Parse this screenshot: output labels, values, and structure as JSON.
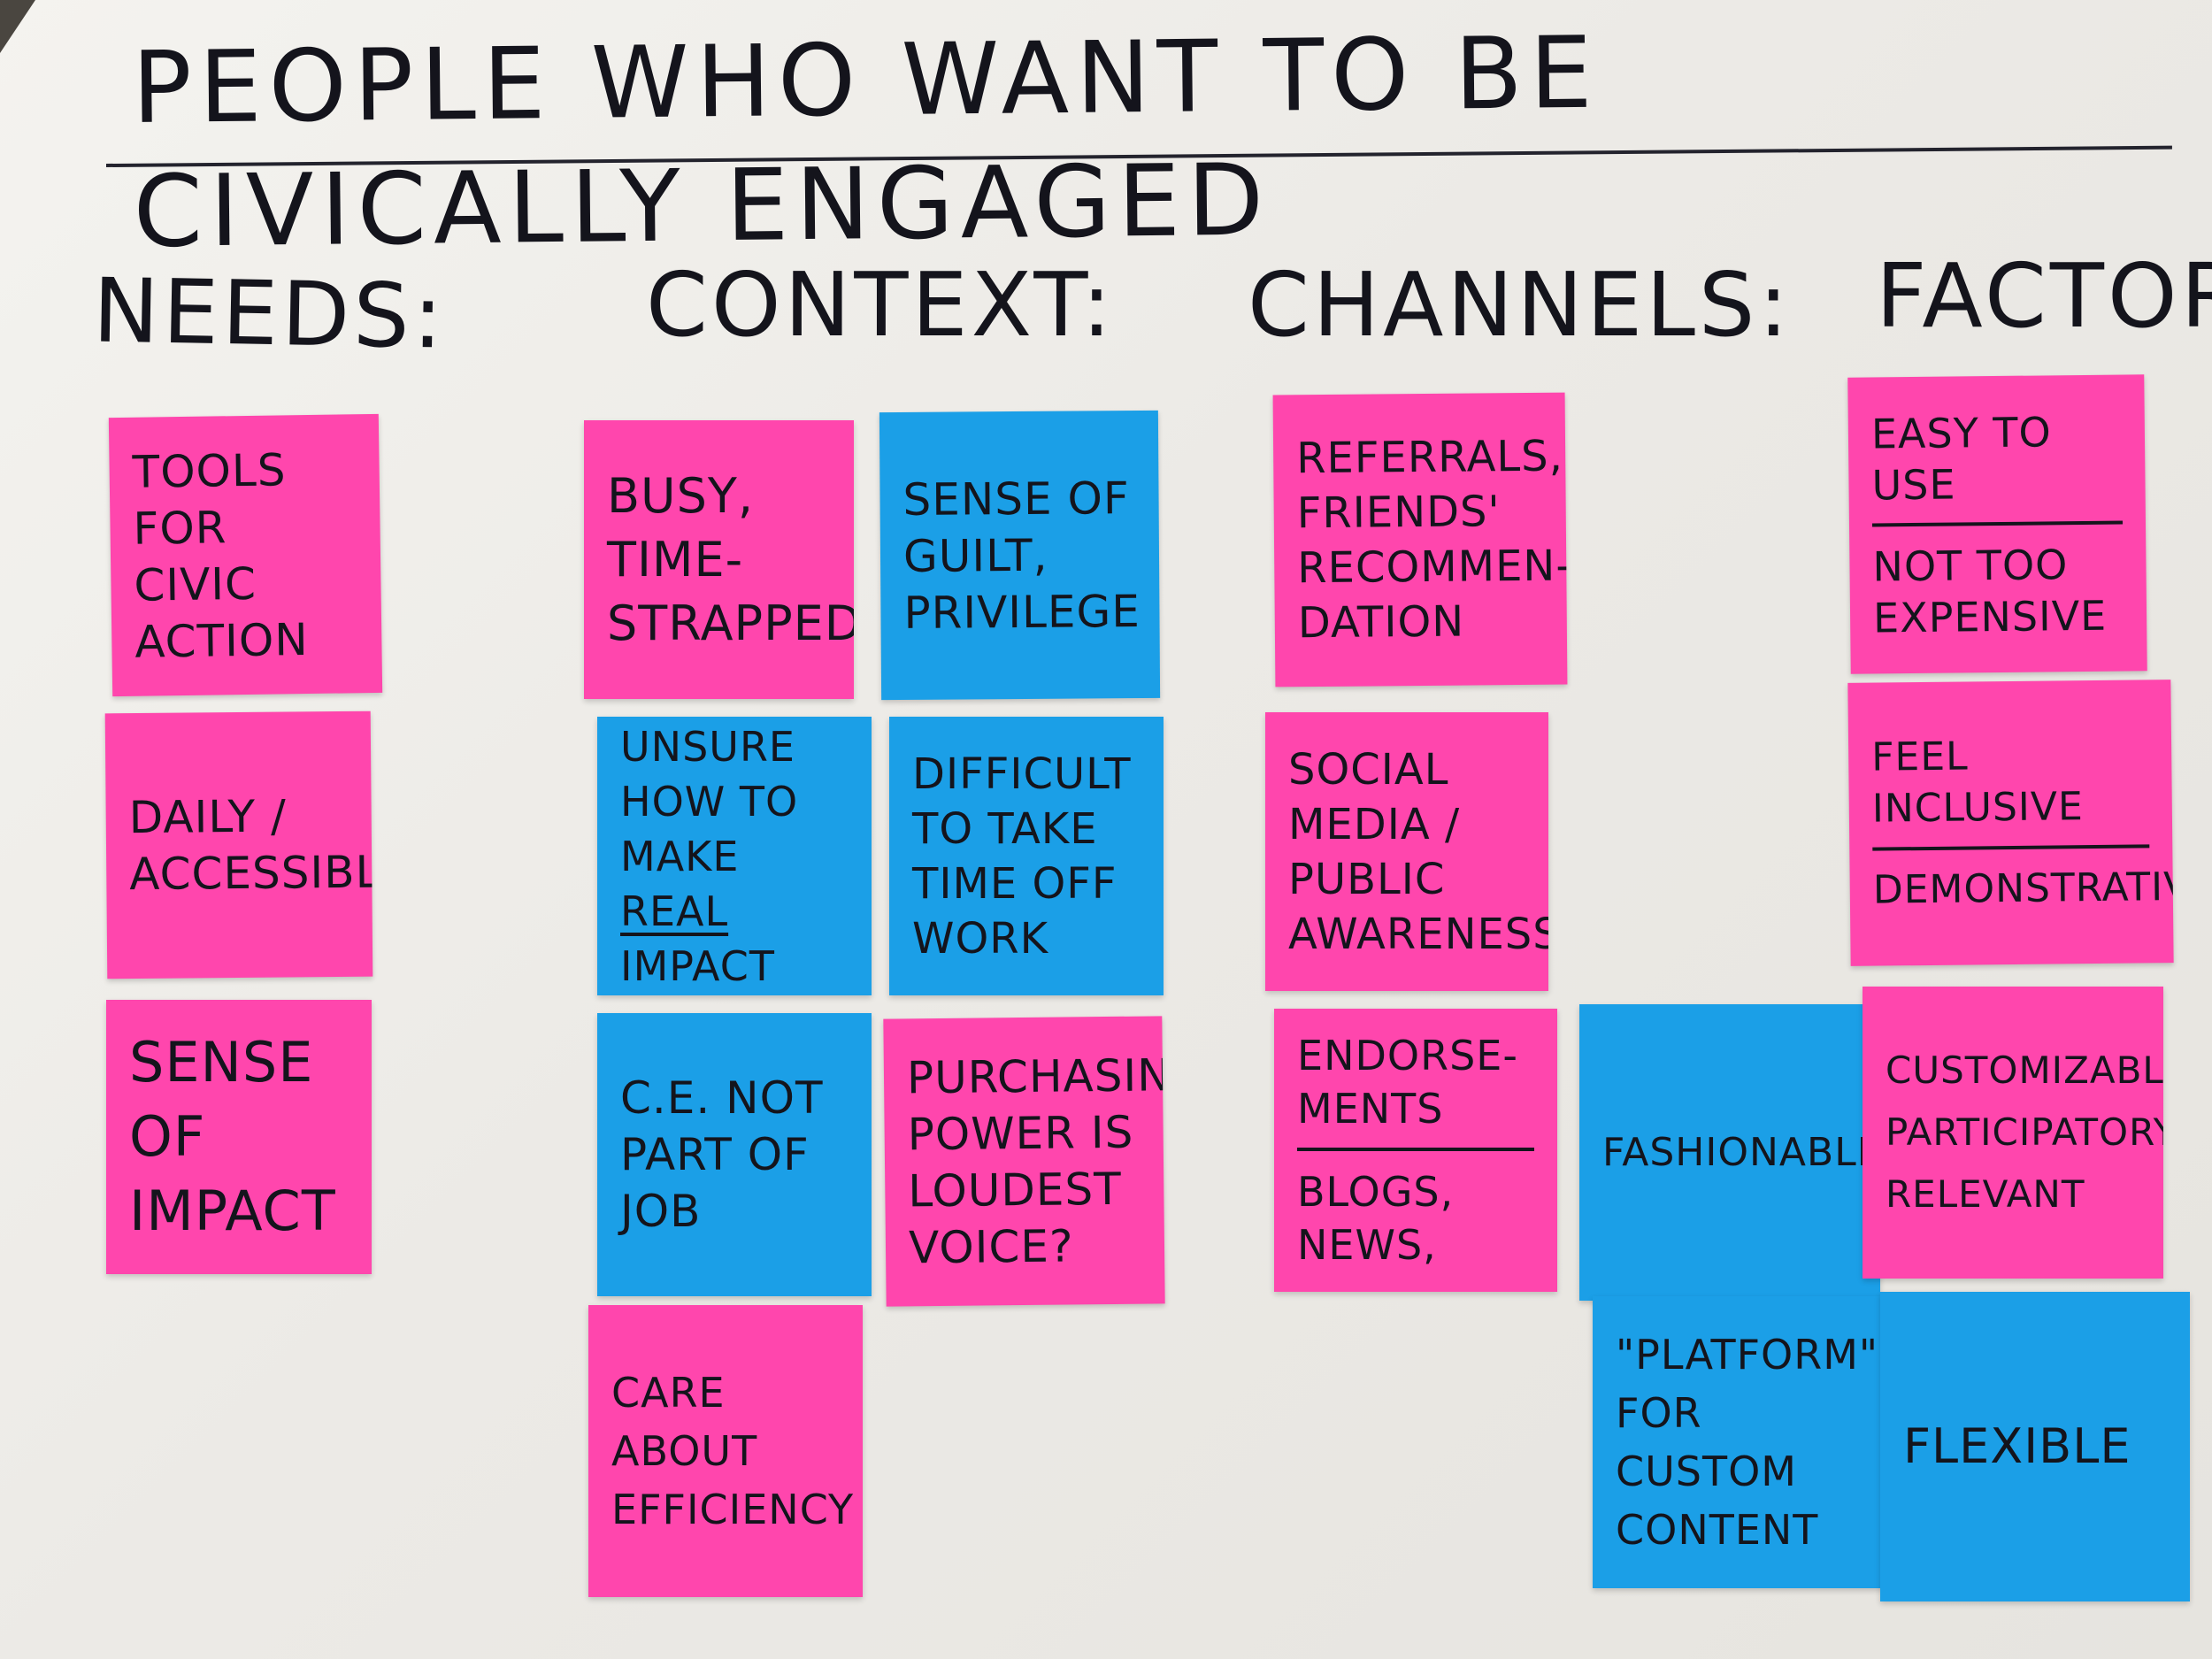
{
  "title": "People who want to be civically engaged",
  "columns": {
    "needs": "Needs:",
    "context": "Context:",
    "channels": "Channels:",
    "factors": "Factors:"
  },
  "colors": {
    "pink_note": "#ff46ad",
    "blue_note": "#1b9fe7",
    "paper": "#f0efeb",
    "ink": "#14141c"
  },
  "notes": {
    "needs_1": [
      "Tools",
      "for civic",
      "action"
    ],
    "needs_2": [
      "Daily /",
      "Accessible"
    ],
    "needs_3": [
      "Sense",
      "of",
      "Impact"
    ],
    "context_1": [
      "Busy,",
      "Time-",
      "strapped"
    ],
    "context_2": [
      "Sense of",
      "guilt,",
      "privilege"
    ],
    "context_3": {
      "lines": [
        "Unsure",
        "how to",
        "make"
      ],
      "last_underlined": "real",
      "last_rest": " impact"
    },
    "context_4": [
      "Difficult",
      "to take",
      "time off",
      "work"
    ],
    "context_5": [
      "C.E. not",
      "part of",
      "job"
    ],
    "context_6": [
      "Purchasing",
      "power is",
      "loudest",
      "voice?"
    ],
    "context_7": [
      "Care about",
      "efficiency"
    ],
    "channels_1": [
      "Referrals,",
      "friends'",
      "recommen-",
      "dation"
    ],
    "channels_2": [
      "Social",
      "media /",
      "public",
      "awareness"
    ],
    "channels_3": {
      "top": [
        "Endorse-",
        "ments"
      ],
      "bottom": [
        "Blogs, news,"
      ]
    },
    "factors_1": {
      "top": [
        "Easy to",
        "use"
      ],
      "bottom": [
        "Not too",
        "expensive"
      ]
    },
    "factors_2": {
      "top": [
        "Feel",
        "inclusive"
      ],
      "bottom": [
        "Demonstrative"
      ]
    },
    "factors_3": [
      "Fashionable"
    ],
    "factors_4": [
      "Customizable",
      "Participatory",
      "Relevant"
    ],
    "factors_5": [
      "\"Platform\"",
      "for custom",
      "content"
    ],
    "factors_6": [
      "Flexible"
    ]
  }
}
